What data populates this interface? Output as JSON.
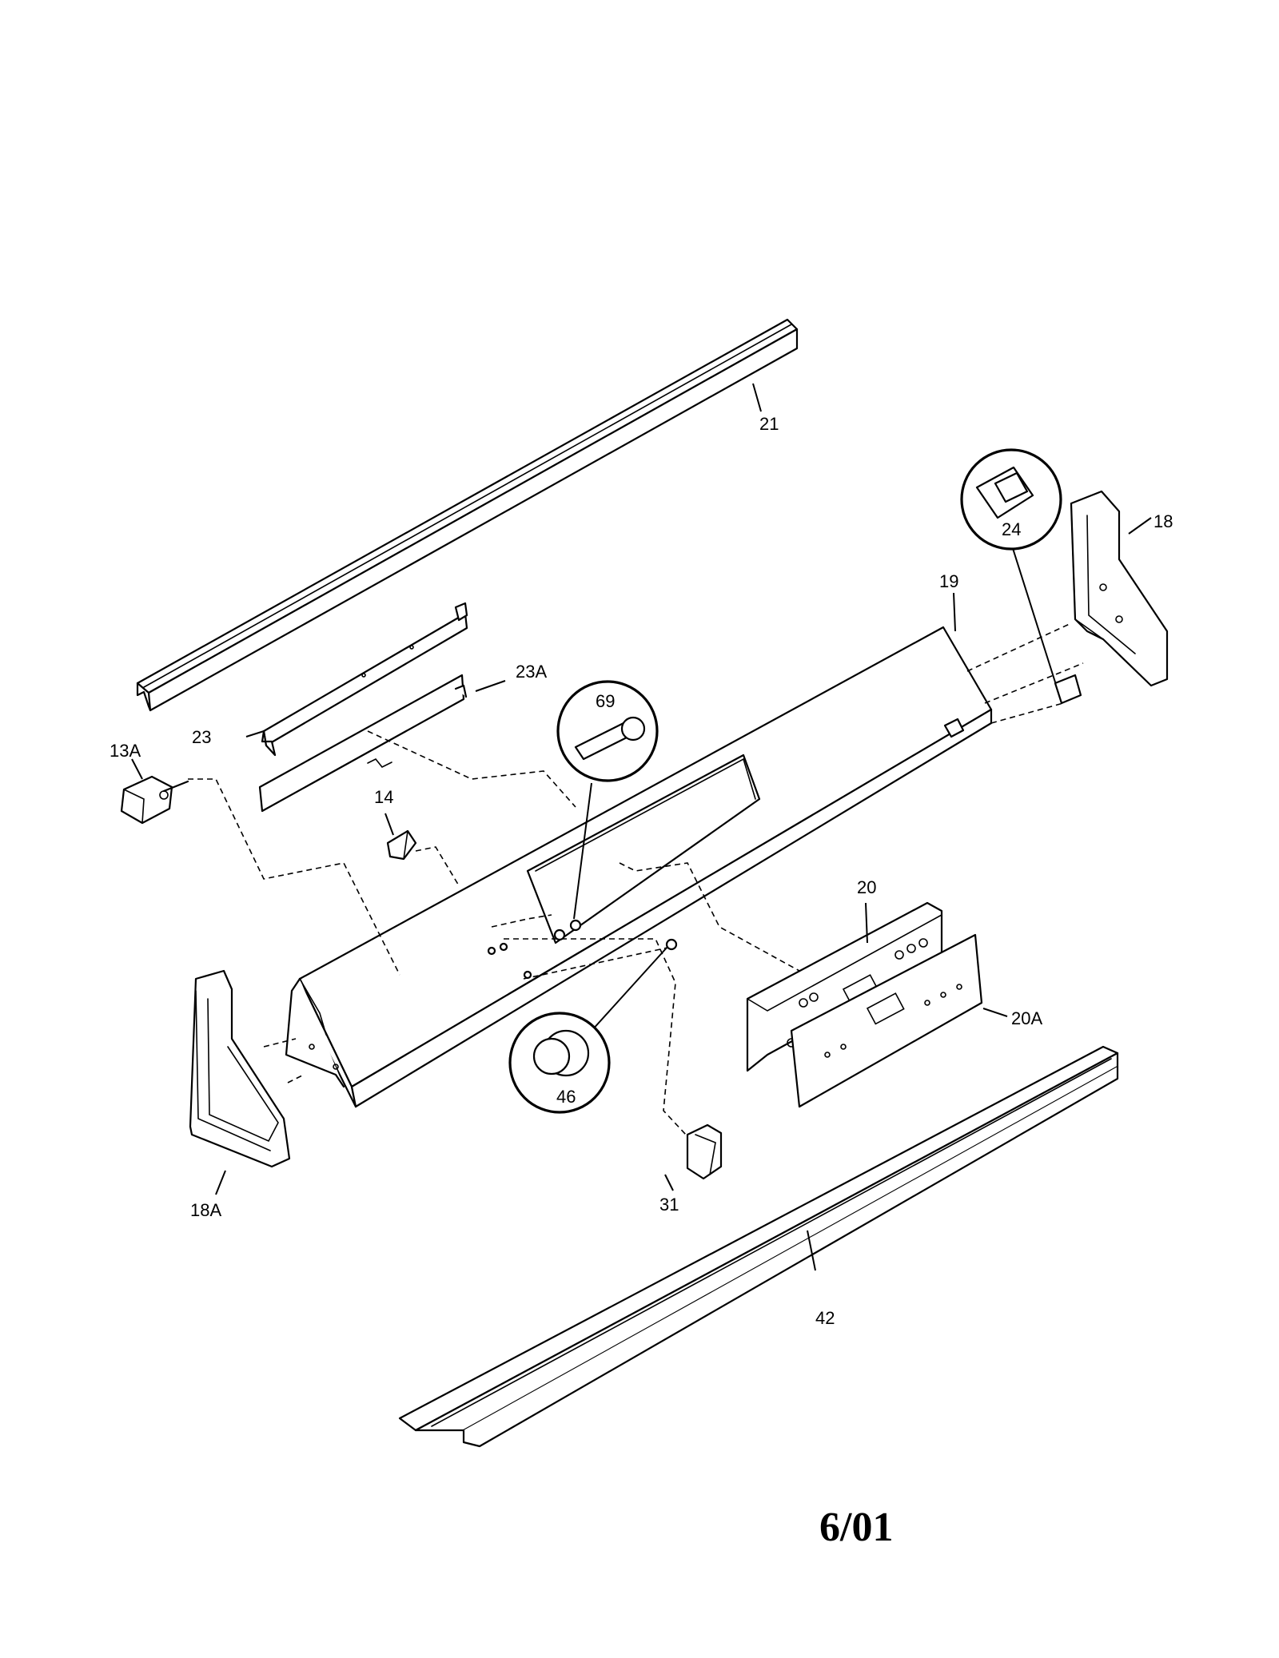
{
  "parts": [
    {
      "id": "p21",
      "label": "21"
    },
    {
      "id": "p18",
      "label": "18"
    },
    {
      "id": "p24",
      "label": "24"
    },
    {
      "id": "p19",
      "label": "19"
    },
    {
      "id": "p23A",
      "label": "23A"
    },
    {
      "id": "p69",
      "label": "69"
    },
    {
      "id": "p23",
      "label": "23"
    },
    {
      "id": "p13A",
      "label": "13A"
    },
    {
      "id": "p14",
      "label": "14"
    },
    {
      "id": "p20",
      "label": "20"
    },
    {
      "id": "p20A",
      "label": "20A"
    },
    {
      "id": "p46",
      "label": "46"
    },
    {
      "id": "p31",
      "label": "31"
    },
    {
      "id": "p18A",
      "label": "18A"
    },
    {
      "id": "p42",
      "label": "42"
    }
  ],
  "date_stamp": "6/01"
}
